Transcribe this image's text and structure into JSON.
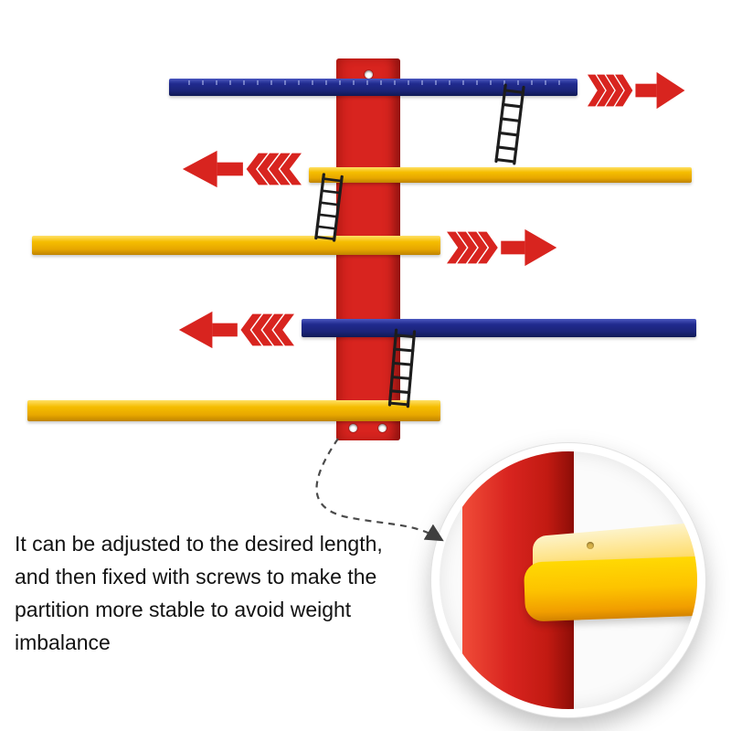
{
  "caption": {
    "lines": [
      "It can be adjusted to the desired length,",
      "and then fixed with screws to make the",
      "partition more stable to avoid weight",
      "imbalance"
    ]
  },
  "colors": {
    "red": "#d8241f",
    "blue": "#202a8e",
    "yellow": "#f5bd00",
    "ladder": "#1d1d1d",
    "connector": "#4a4a4a"
  },
  "diagram": {
    "shelf_colors": [
      "blue",
      "yellow",
      "yellow",
      "blue",
      "yellow"
    ],
    "arrow_directions": [
      "right",
      "left",
      "right",
      "left"
    ],
    "ladder_count": 3,
    "callout": "magnified shelf-corner detail"
  }
}
